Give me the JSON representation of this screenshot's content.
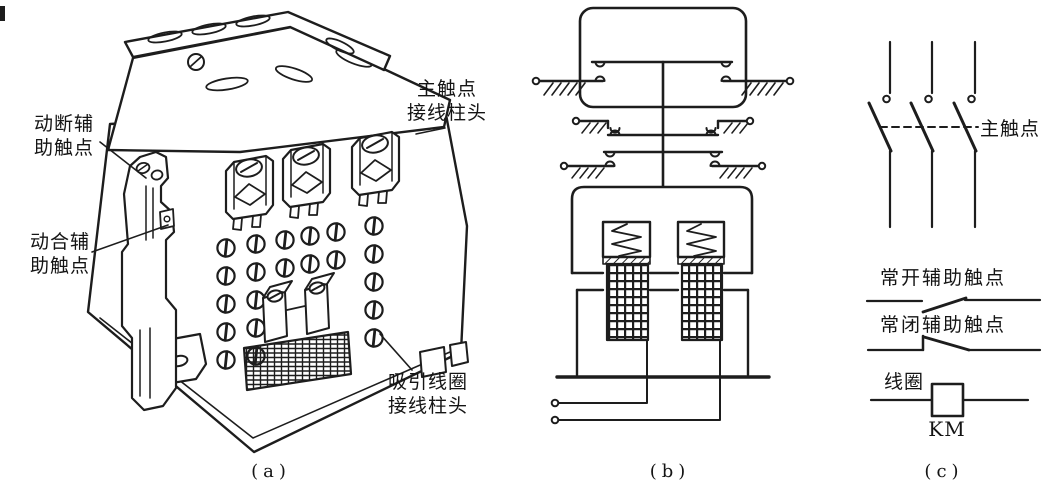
{
  "colors": {
    "ink": "#1d1d1d",
    "background": "#ffffff"
  },
  "captions": {
    "a": "(a)",
    "b": "(b)",
    "c": "(c)"
  },
  "panel_a": {
    "labels": {
      "nc_aux": {
        "line1": "动断辅",
        "line2": "助触点"
      },
      "no_aux": {
        "line1": "动合辅",
        "line2": "助触点"
      },
      "main_terminal": {
        "line1": "主触点",
        "line2": "接线柱头"
      },
      "coil_terminal": {
        "line1": "吸引线圈",
        "line2": "接线柱头"
      }
    }
  },
  "panel_c": {
    "labels": {
      "main_contact": "主触点",
      "no_aux": "常开辅助触点",
      "nc_aux": "常闭辅助触点",
      "coil": "线圈",
      "designation": "KM"
    }
  }
}
